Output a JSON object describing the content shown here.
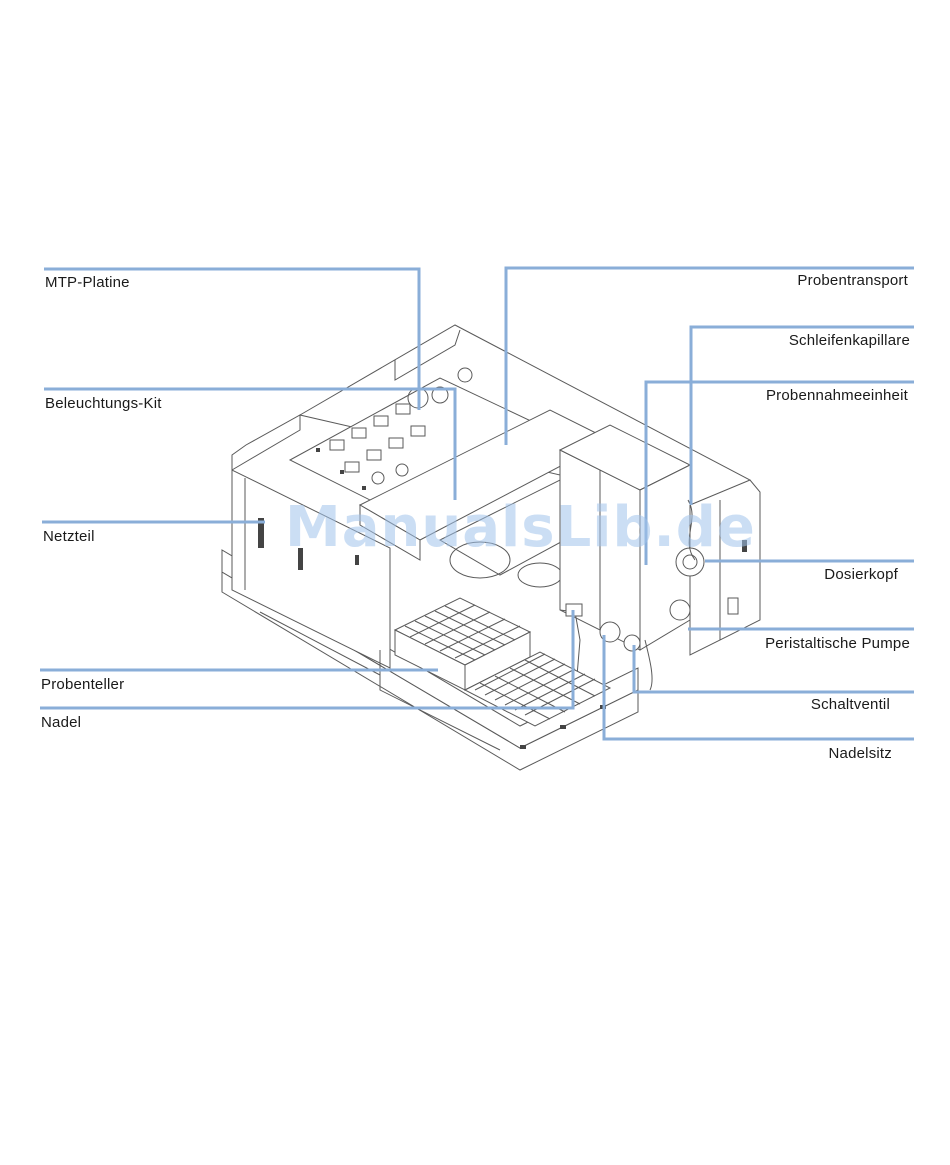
{
  "labels": {
    "mtp_platine": "MTP-Platine",
    "beleuchtungs_kit": "Beleuchtungs-Kit",
    "netzteil": "Netzteil",
    "probenteller": "Probenteller",
    "nadel": "Nadel",
    "probentransport": "Probentransport",
    "schleifenkapillare": "Schleifenkapillare",
    "probennahmeeinheit": "Probennahmeeinheit",
    "dosierkopf": "Dosierkopf",
    "peristaltische_pumpe": "Peristaltische Pumpe",
    "schaltventil": "Schaltventil",
    "nadelsitz": "Nadelsitz"
  },
  "watermark": "ManualsLib.de",
  "colors": {
    "leader": "#8aaed8",
    "drawing": "#5a5a5a",
    "watermark": "#a0c3eb"
  }
}
